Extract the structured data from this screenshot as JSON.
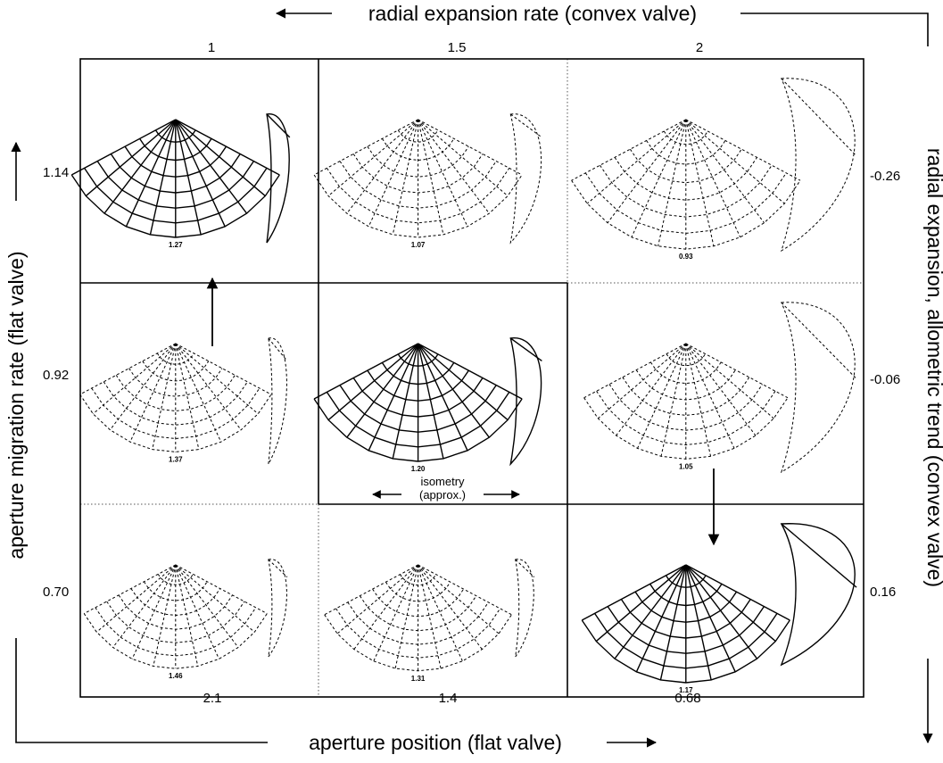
{
  "axes": {
    "top": {
      "title": "radial expansion rate (convex valve)",
      "ticks": [
        "1",
        "1.5",
        "2"
      ]
    },
    "bottom": {
      "title": "aperture position (flat valve)",
      "ticks": [
        "2.1",
        "1.4",
        "0.68"
      ]
    },
    "left": {
      "title": "aperture migration rate (flat valve)",
      "ticks": [
        "1.14",
        "0.92",
        "0.70"
      ]
    },
    "right": {
      "title": "radial expansion, allometric trend (convex valve)",
      "ticks": [
        "-0.26",
        "-0.06",
        "0.16"
      ]
    }
  },
  "isometry": {
    "line1": "isometry",
    "line2": "(approx.)"
  },
  "cells": [
    {
      "row": 0,
      "col": 0,
      "label": "1.27",
      "style": "solid",
      "scale": 1.0,
      "profile": "narrow"
    },
    {
      "row": 0,
      "col": 1,
      "label": "1.07",
      "style": "dashed",
      "scale": 1.0,
      "profile": "medium"
    },
    {
      "row": 0,
      "col": 2,
      "label": "0.93",
      "style": "dashed",
      "scale": 1.1,
      "profile": "wide"
    },
    {
      "row": 1,
      "col": 0,
      "label": "1.37",
      "style": "dashed",
      "scale": 0.92,
      "profile": "thin"
    },
    {
      "row": 1,
      "col": 1,
      "label": "1.20",
      "style": "solid",
      "scale": 1.0,
      "profile": "medium"
    },
    {
      "row": 1,
      "col": 2,
      "label": "1.05",
      "style": "dashed",
      "scale": 0.98,
      "profile": "wide"
    },
    {
      "row": 2,
      "col": 0,
      "label": "1.46",
      "style": "dashed",
      "scale": 0.88,
      "profile": "thin"
    },
    {
      "row": 2,
      "col": 1,
      "label": "1.31",
      "style": "dashed",
      "scale": 0.9,
      "profile": "thin"
    },
    {
      "row": 2,
      "col": 2,
      "label": "1.17",
      "style": "solid",
      "scale": 1.0,
      "profile": "wide"
    }
  ]
}
